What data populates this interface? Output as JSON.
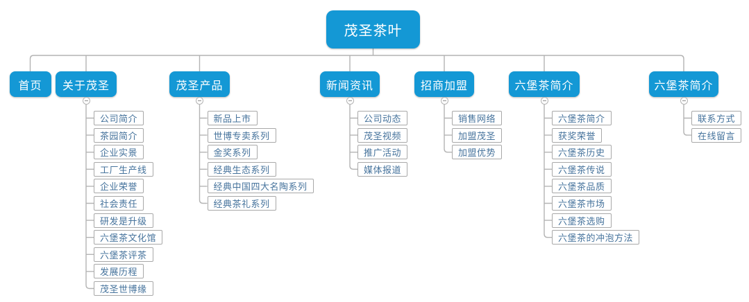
{
  "diagram": {
    "type": "sitemap-tree",
    "root": {
      "label": "茂圣茶叶"
    },
    "branches": [
      {
        "label": "首页",
        "children": []
      },
      {
        "label": "关于茂圣",
        "children": [
          "公司简介",
          "茶园简介",
          "企业实景",
          "工厂生产线",
          "企业荣誉",
          "社会责任",
          "研发是升级",
          "六堡茶文化馆",
          "六堡茶评茶",
          "发展历程",
          "茂圣世博缘"
        ]
      },
      {
        "label": "茂圣产品",
        "children": [
          "新品上市",
          "世博专卖系列",
          "金奖系列",
          "经典生态系列",
          "经典中国四大名陶系列",
          "经典茶礼系列"
        ]
      },
      {
        "label": "新闻资讯",
        "children": [
          "公司动态",
          "茂圣视频",
          "推广活动",
          "媒体报道"
        ]
      },
      {
        "label": "招商加盟",
        "children": [
          "销售网络",
          "加盟茂圣",
          "加盟优势"
        ]
      },
      {
        "label": "六堡茶简介",
        "children": [
          "六堡茶简介",
          "获奖荣誉",
          "六堡茶历史",
          "六堡茶传说",
          "六堡茶品质",
          "六堡茶市场",
          "六堡茶选购",
          "六堡茶的冲泡方法"
        ]
      },
      {
        "label": "六堡茶简介",
        "children": [
          "联系方式",
          "在线留言"
        ]
      }
    ],
    "icons": {
      "collapse": "minus-in-circle"
    },
    "colors": {
      "node_fill": "#1498d5",
      "node_text": "#ffffff",
      "leaf_text": "#46739c",
      "leaf_border": "#a8a8a8",
      "connector": "#b3b3b3"
    }
  }
}
